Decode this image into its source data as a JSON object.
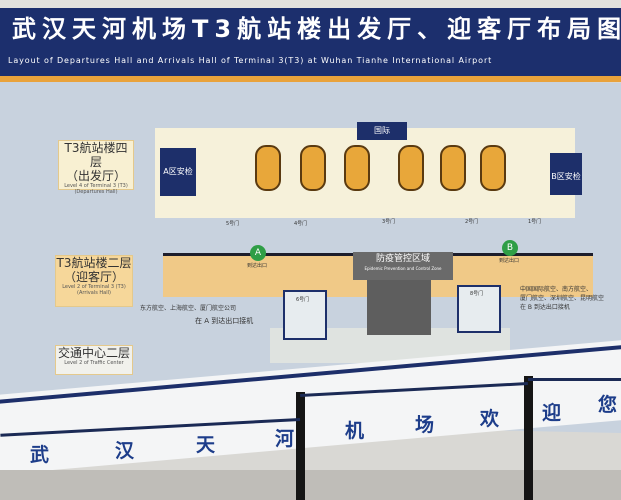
{
  "header": {
    "title_cn": "武汉天河机场T3航站楼出发厅、迎客厅布局图",
    "title_en": "Layout of Departures Hall and Arrivals Hall of Terminal 3(T3) at Wuhan Tianhe International Airport"
  },
  "levels": {
    "departures": {
      "cn": "T3航站楼四层",
      "cn2": "（出发厅）",
      "en": "Level 4 of Terminal 3 (T3)",
      "en2": "(Departures Hall)"
    },
    "arrivals": {
      "cn": "T3航站楼二层",
      "cn2": "（迎客厅）",
      "en": "Level 2 of Terminal 3 (T3)",
      "en2": "(Arrivals Hall)"
    },
    "traffic": {
      "cn": "交通中心二层",
      "en": "Level 2 of Traffic Center"
    }
  },
  "map": {
    "security_a": "A区安检",
    "security_b": "B区安检",
    "international": "国际",
    "zone_cn": "防疫管控区域",
    "zone_en": "Epidemic Prevention and Control Zone",
    "exit_a": "A",
    "exit_b": "B",
    "exit_a_label": "到达出口",
    "exit_b_label": "到达出口",
    "gates": [
      "5号门",
      "4号门",
      "3号门",
      "2号门",
      "1号门"
    ],
    "arr_gates": [
      "6号门",
      "8号门"
    ],
    "note_a": [
      "东方航空、上海航空、厦门航空公司",
      "在 A 到达出口接机"
    ],
    "note_b": [
      "中国国际航空、南方航空、",
      "厦门航空、深圳航空、昆明航空",
      "在 B 到达出口接机"
    ]
  },
  "welcome_banner": [
    "武",
    "汉",
    "天",
    "河",
    "机",
    "场",
    "欢",
    "迎",
    "您"
  ],
  "colors": {
    "banner_blue": "#1c2f6d",
    "accent_orange": "#e9a23b",
    "exit_green": "#2f9e46"
  }
}
